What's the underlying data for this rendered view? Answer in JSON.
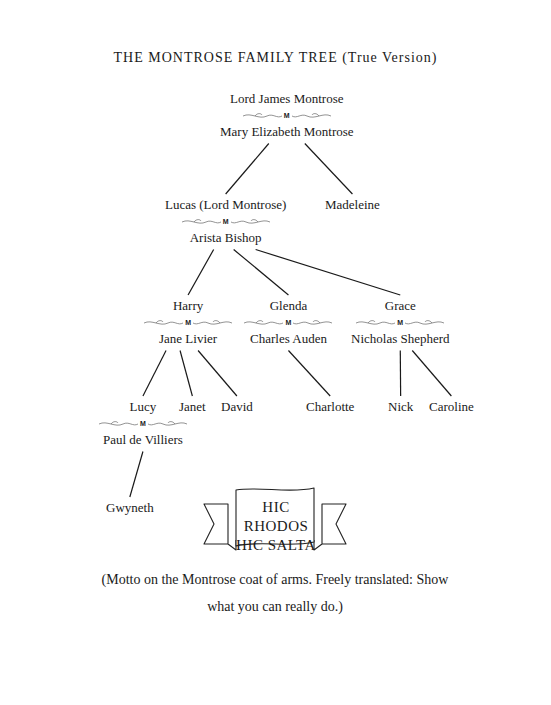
{
  "diagram": {
    "title": "THE MONTROSE FAMILY TREE (True Version)",
    "caption": "(Motto on the Montrose coat of arms. Freely translated: Show what you can really do.)",
    "nodes": [
      {
        "text": [
          "Lord James Montrose",
          "M",
          "Mary Elizabeth Montrose"
        ]
      },
      {
        "text": [
          "Lucas (Lord Montrose)",
          "M",
          "Arista Bishop"
        ]
      },
      {
        "text": [
          "Madeleine"
        ]
      },
      {
        "text": [
          "Harry",
          "M",
          "Jane Livier"
        ]
      },
      {
        "text": [
          "Glenda",
          "M",
          "Charles Auden"
        ]
      },
      {
        "text": [
          "Grace",
          "M",
          "Nicholas Shepherd"
        ]
      },
      {
        "text": [
          "Lucy",
          "M",
          "Paul de Villiers"
        ]
      },
      {
        "text": [
          "Janet"
        ]
      },
      {
        "text": [
          "David"
        ]
      },
      {
        "text": [
          "Charlotte"
        ]
      },
      {
        "text": [
          "Nick"
        ]
      },
      {
        "text": [
          "Caroline"
        ]
      },
      {
        "text": [
          "Gwyneth"
        ]
      },
      {
        "text": [
          "HIC RHODOS HIC SALTA"
        ]
      }
    ],
    "edges": [
      {
        "from": 0,
        "to": 1,
        "arrow": "none"
      },
      {
        "from": 0,
        "to": 2,
        "arrow": "none"
      },
      {
        "from": 1,
        "to": 3,
        "arrow": "none"
      },
      {
        "from": 1,
        "to": 4,
        "arrow": "none"
      },
      {
        "from": 1,
        "to": 5,
        "arrow": "none"
      },
      {
        "from": 3,
        "to": 6,
        "arrow": "none"
      },
      {
        "from": 3,
        "to": 7,
        "arrow": "none"
      },
      {
        "from": 3,
        "to": 8,
        "arrow": "none"
      },
      {
        "from": 4,
        "to": 9,
        "arrow": "none"
      },
      {
        "from": 5,
        "to": 10,
        "arrow": "none"
      },
      {
        "from": 5,
        "to": 11,
        "arrow": "none"
      },
      {
        "from": 6,
        "to": 12,
        "arrow": "none"
      }
    ]
  }
}
